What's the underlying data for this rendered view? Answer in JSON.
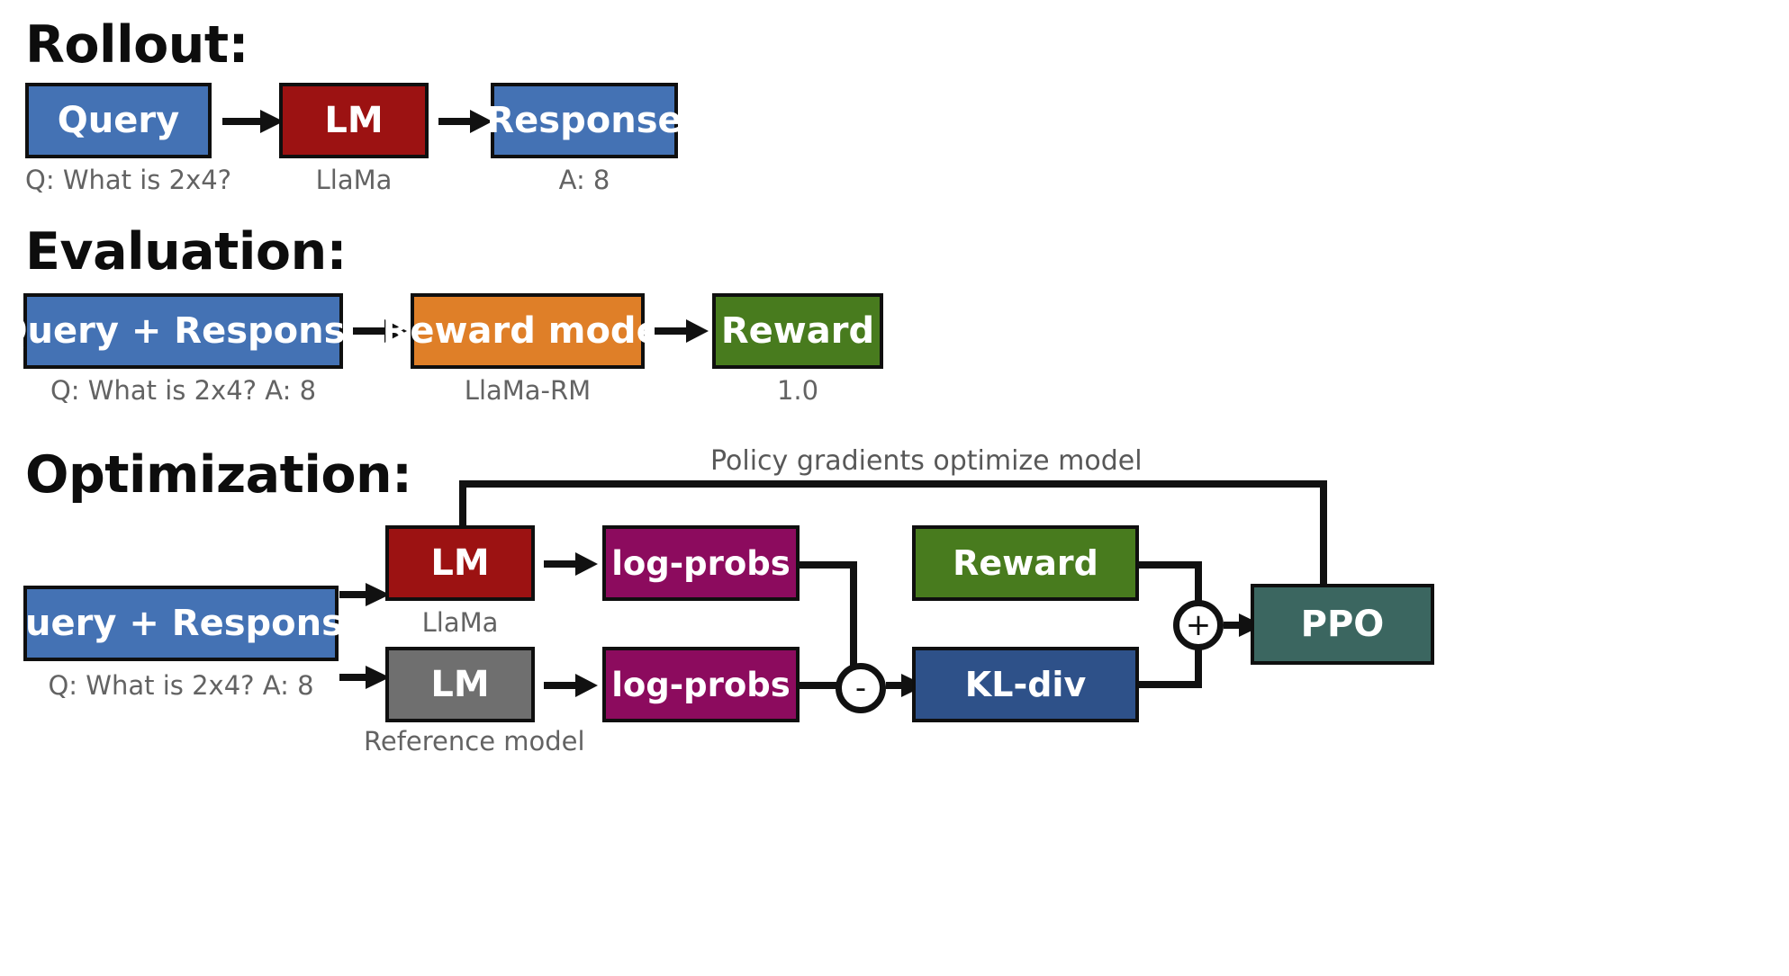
{
  "sections": [
    {
      "id": "rollout",
      "title": "Rollout:"
    },
    {
      "id": "evaluation",
      "title": "Evaluation:"
    },
    {
      "id": "optimization",
      "title": "Optimization:"
    }
  ],
  "colors": {
    "blue": "#4472b4",
    "darkred": "#9c1212",
    "orange": "#df7f28",
    "green": "#487b1e",
    "purple": "#8c0b5e",
    "gray": "#6f6f6f",
    "navy": "#2e5189",
    "teal": "#3b6660",
    "outline": "#0f0f0f",
    "caption": "#636363",
    "heading": "#0d0d0d"
  },
  "rollout": {
    "boxes": [
      {
        "label": "Query",
        "caption": "Q: What is 2x4?",
        "color": "blue"
      },
      {
        "label": "LM",
        "caption": "LlaMa",
        "color": "darkred"
      },
      {
        "label": "Response",
        "caption": "A: 8",
        "color": "blue"
      }
    ]
  },
  "evaluation": {
    "boxes": [
      {
        "label": "Query + Response",
        "caption": "Q: What is 2x4? A: 8",
        "color": "blue"
      },
      {
        "label": "Reward model",
        "caption": "LlaMa-RM",
        "color": "orange"
      },
      {
        "label": "Reward",
        "caption": "1.0",
        "color": "green"
      }
    ]
  },
  "optimization": {
    "feedback_label": "Policy gradients optimize model",
    "input_box": {
      "label": "Query + Response",
      "caption": "Q: What is 2x4? A: 8",
      "color": "blue"
    },
    "policy_lm": {
      "label": "LM",
      "caption": "LlaMa",
      "color": "darkred"
    },
    "ref_lm": {
      "label": "LM",
      "caption": "Reference model",
      "color": "gray"
    },
    "logprobs_top": {
      "label": "log-probs",
      "color": "purple"
    },
    "logprobs_bottom": {
      "label": "log-probs",
      "color": "purple"
    },
    "reward_box": {
      "label": "Reward",
      "color": "green"
    },
    "kl_box": {
      "label": "KL-div",
      "color": "navy"
    },
    "ppo_box": {
      "label": "PPO",
      "color": "teal"
    },
    "operators": [
      {
        "id": "minus-op",
        "symbol": "-"
      },
      {
        "id": "plus-op",
        "symbol": "+"
      }
    ]
  }
}
